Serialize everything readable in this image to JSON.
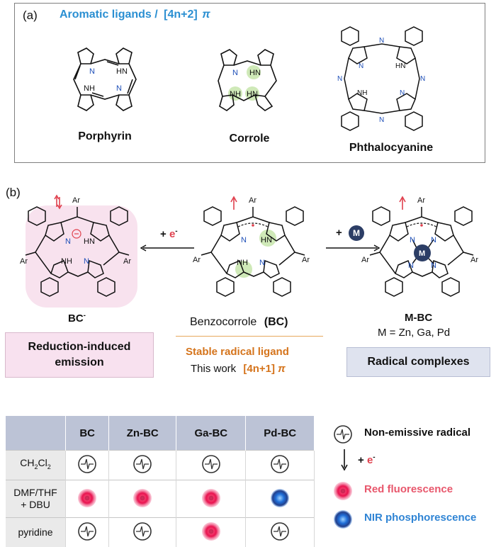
{
  "panel_a": {
    "label": "(a)",
    "title": "Aromatic ligands /",
    "title_count": "[4n+2]",
    "title_pi": "π",
    "molecules": [
      "Porphyrin",
      "Corrole",
      "Phthalocyanine"
    ]
  },
  "panel_b": {
    "label": "(b)",
    "reduce_arrow": {
      "plus": "+",
      "reagent": "e",
      "sup": "-"
    },
    "metal_arrow": {
      "plus": "+",
      "metal": "M"
    },
    "bc_anion": {
      "name": "BC",
      "sup": "-"
    },
    "bc": {
      "name": "Benzocorrole",
      "abbr": "(BC)"
    },
    "mbc": {
      "name": "M-BC",
      "metals": "M =  Zn, Ga, Pd"
    },
    "stable_label": "Stable radical ligand",
    "this_work": "This work",
    "count": "[4n+1]",
    "pi": "π",
    "reduction_box": [
      "Reduction-induced",
      "emission"
    ],
    "radical_box": "Radical complexes",
    "atoms": {
      "ar": "Ar",
      "n": "N",
      "hn": "HN",
      "nh": "NH",
      "m": "M"
    }
  },
  "table": {
    "columns": [
      "",
      "BC",
      "Zn-BC",
      "Ga-BC",
      "Pd-BC"
    ],
    "rows": [
      {
        "solvent": "CH2Cl2",
        "cells": [
          "radical",
          "radical",
          "radical",
          "radical"
        ]
      },
      {
        "solvent": [
          "DMF/THF",
          "+ DBU"
        ],
        "cells": [
          "red",
          "red",
          "red",
          "nir"
        ]
      },
      {
        "solvent": "pyridine",
        "cells": [
          "radical",
          "radical",
          "red",
          "radical"
        ]
      }
    ]
  },
  "legend": {
    "radical": "Non-emissive radical",
    "arrow_plus": "+",
    "arrow_reagent": "e",
    "arrow_sup": "-",
    "red": "Red fluorescence",
    "nir": "NIR phosphorescence"
  },
  "colors": {
    "blue_title": "#2a8fd2",
    "orange": "#d5741c",
    "red_text": "#e8576c",
    "nir_text": "#2f84d4",
    "header_bg": "#bcc3d6"
  }
}
